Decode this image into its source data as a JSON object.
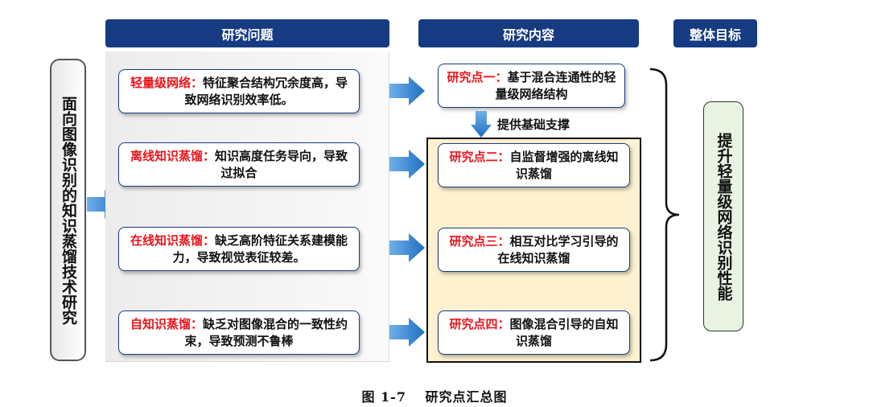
{
  "headers": {
    "problem": "研究问题",
    "content": "研究内容",
    "goal": "整体目标"
  },
  "left_title": "面向图像识别的知识蒸馏技术研究",
  "problems": [
    {
      "key": "轻量级网络：",
      "text": "特征聚合结构冗余度高，导致网络识别效率低。"
    },
    {
      "key": "离线知识蒸馏：",
      "text": "知识高度任务导向，导致过拟合"
    },
    {
      "key": "在线知识蒸馏：",
      "text": "缺乏高阶特征关系建模能力，导致视觉表征较差。"
    },
    {
      "key": "自知识蒸馏：",
      "text": "缺乏对图像混合的一致性约束，导致预测不鲁棒"
    }
  ],
  "points": [
    {
      "key": "研究点一：",
      "text": "基于混合连通性的轻量级网络结构"
    },
    {
      "key": "研究点二：",
      "text": "自监督增强的离线知识蒸馏"
    },
    {
      "key": "研究点三：",
      "text": "相互对比学习引导的在线知识蒸馏"
    },
    {
      "key": "研究点四：",
      "text": "图像混合引导的自知识蒸馏"
    }
  ],
  "support_label": "提供基础支撑",
  "goal": "提升轻量级网络识别性能",
  "caption": "图 1-7　 研究点汇总图",
  "colors": {
    "header_bg": "#163b82",
    "arrow_blue": "#2b7fd0",
    "highlight_red": "#e8141b",
    "content_panel_bg": "#fdf1cf",
    "goal_bg": "#e8f3e2"
  },
  "icons": {
    "arrow": "right-arrow-icon",
    "down_arrow": "down-arrow-icon",
    "brace": "right-brace-icon"
  }
}
